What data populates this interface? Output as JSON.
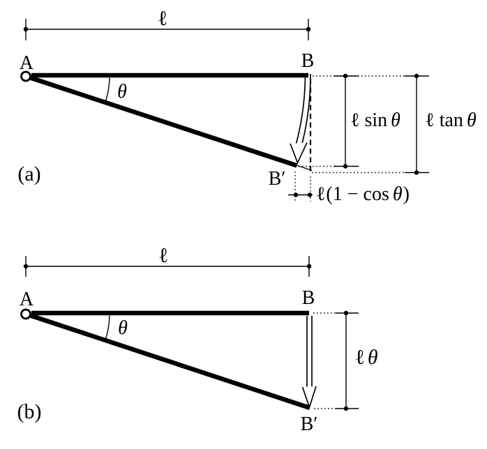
{
  "figure_a": {
    "caption": "(a)",
    "points": {
      "a": "A",
      "b": "B",
      "b_prime": "B′"
    },
    "length_label": "ℓ",
    "angle_label": "θ",
    "dim_sin": {
      "ell": "ℓ",
      "fn": "sin",
      "theta": "θ"
    },
    "dim_tan": {
      "ell": "ℓ",
      "fn": "tan",
      "theta": "θ"
    },
    "dim_horiz": {
      "ell": "ℓ",
      "pre": "(1 − cos",
      "theta": "θ",
      "post": ")"
    }
  },
  "figure_b": {
    "caption": "(b)",
    "points": {
      "a": "A",
      "b": "B",
      "b_prime": "B′"
    },
    "length_label": "ℓ",
    "angle_label": "θ",
    "dim_arc": {
      "ell": "ℓ",
      "theta": "θ"
    }
  },
  "colors": {
    "ink": "#000000",
    "background": "#ffffff"
  }
}
